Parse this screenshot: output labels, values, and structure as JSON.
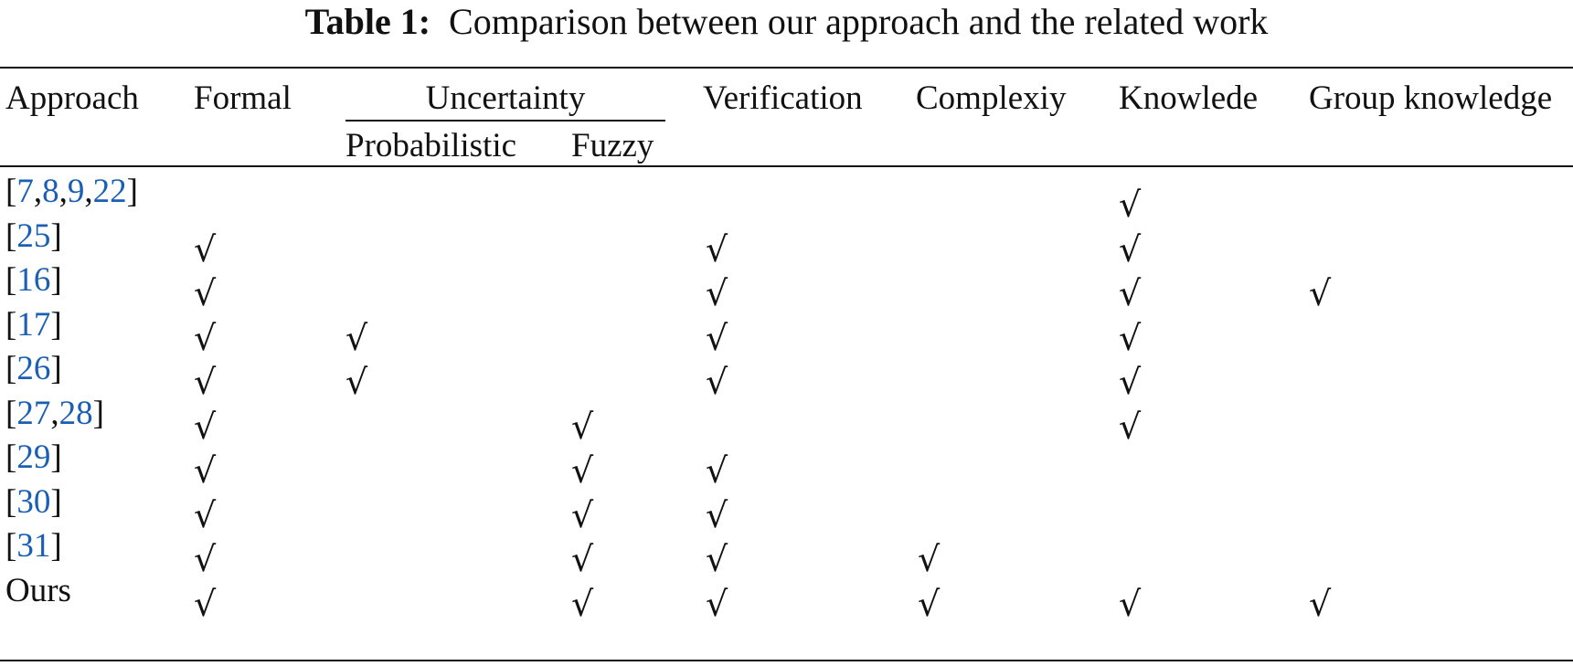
{
  "caption": {
    "label": "Table 1:",
    "text": "Comparison between our approach and the related work"
  },
  "header": {
    "approach": "Approach",
    "formal": "Formal",
    "uncertainty": "Uncertainty",
    "probabilistic": "Probabilistic",
    "fuzzy": "Fuzzy",
    "verification": "Verification",
    "complexity": "Complexiy",
    "knowledge": "Knowlede",
    "group_knowledge": "Group knowledge"
  },
  "check_symbol": "√",
  "columns": [
    "formal",
    "probabilistic",
    "fuzzy",
    "verification",
    "complexity",
    "knowledge",
    "group_knowledge"
  ],
  "rows": [
    {
      "refs": [
        "7",
        "8",
        "9",
        "22"
      ],
      "checks": [
        false,
        false,
        false,
        false,
        false,
        true,
        false
      ]
    },
    {
      "refs": [
        "25"
      ],
      "checks": [
        true,
        false,
        false,
        true,
        false,
        true,
        false
      ]
    },
    {
      "refs": [
        "16"
      ],
      "checks": [
        true,
        false,
        false,
        true,
        false,
        true,
        true
      ]
    },
    {
      "refs": [
        "17"
      ],
      "checks": [
        true,
        true,
        false,
        true,
        false,
        true,
        false
      ]
    },
    {
      "refs": [
        "26"
      ],
      "checks": [
        true,
        true,
        false,
        true,
        false,
        true,
        false
      ]
    },
    {
      "refs": [
        "27",
        "28"
      ],
      "checks": [
        true,
        false,
        true,
        false,
        false,
        true,
        false
      ]
    },
    {
      "refs": [
        "29"
      ],
      "checks": [
        true,
        false,
        true,
        true,
        false,
        false,
        false
      ]
    },
    {
      "refs": [
        "30"
      ],
      "checks": [
        true,
        false,
        true,
        true,
        false,
        false,
        false
      ]
    },
    {
      "refs": [
        "31"
      ],
      "checks": [
        true,
        false,
        true,
        true,
        true,
        false,
        false
      ]
    },
    {
      "label": "Ours",
      "checks": [
        true,
        false,
        true,
        true,
        true,
        true,
        true
      ]
    }
  ],
  "colors": {
    "reference_link": "#1a5fb4",
    "text": "#111111"
  }
}
